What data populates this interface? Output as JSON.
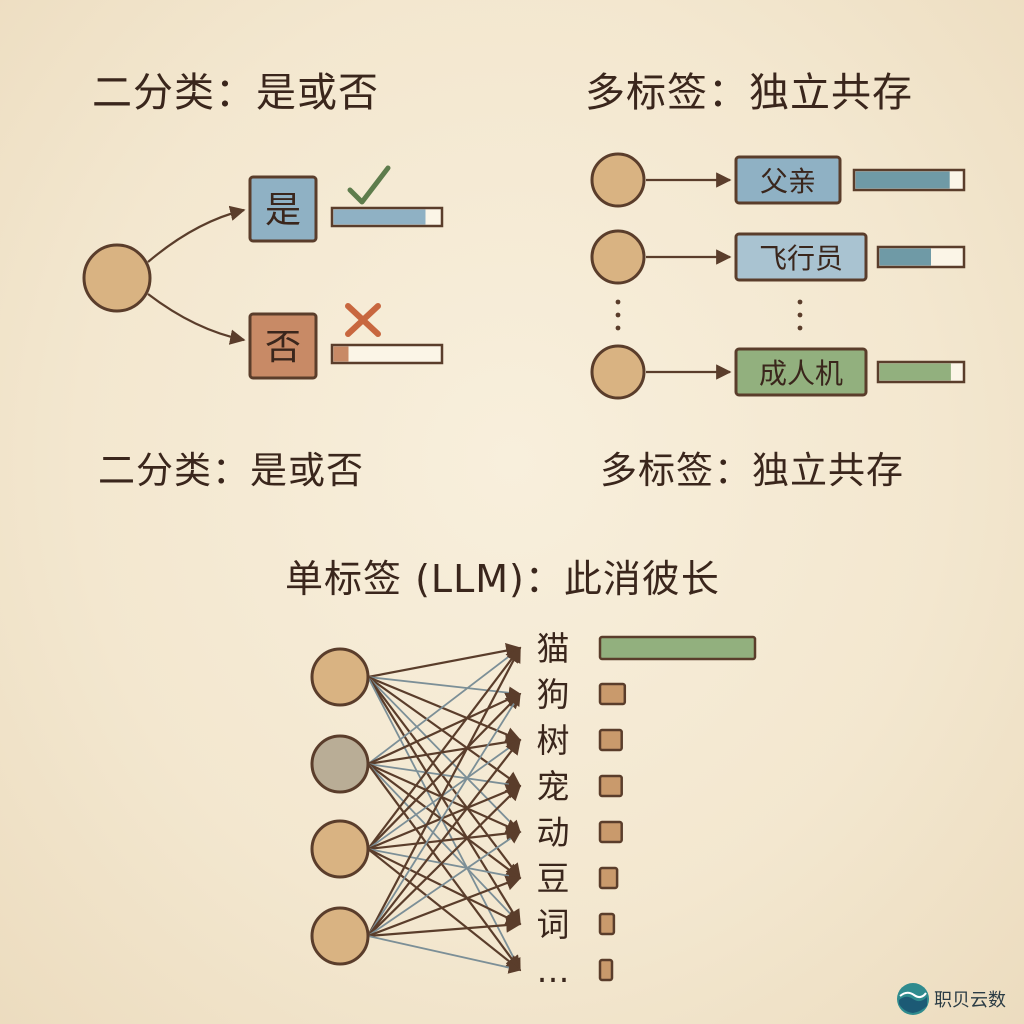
{
  "sections": {
    "binary": {
      "title": "二分类：是或否",
      "caption": "二分类：是或否",
      "yes_label": "是",
      "no_label": "否",
      "yes_prob": 0.86,
      "no_prob": 0.14
    },
    "multilabel": {
      "title": "多标签：独立共存",
      "caption": "多标签：独立共存",
      "labels": [
        "父亲",
        "飞行员",
        "成人机"
      ],
      "probs": [
        0.88,
        0.62,
        0.86
      ],
      "ellipsis": "⋮"
    },
    "singlelabel": {
      "title": "单标签 (LLM)：此消彼长",
      "outputs": [
        "猫",
        "狗",
        "树",
        "宠",
        "动",
        "豆",
        "词",
        "…"
      ],
      "probs": [
        1.0,
        0.16,
        0.14,
        0.14,
        0.14,
        0.11,
        0.09,
        0.07
      ]
    }
  },
  "colors": {
    "node_fill": "#d9b382",
    "outline": "#5a3d2b",
    "yes_blue": "#8fb1c4",
    "bar_blue": "#6f9aa6",
    "no_terracotta": "#c88a66",
    "green": "#92b07e",
    "small_bar": "#c99a6c",
    "check_green": "#5e7c4c",
    "cross_orange": "#c8673f",
    "gray_node": "#9aa3a2"
  },
  "watermark": {
    "text": "职贝云数",
    "logo": "wave-logo-icon"
  }
}
